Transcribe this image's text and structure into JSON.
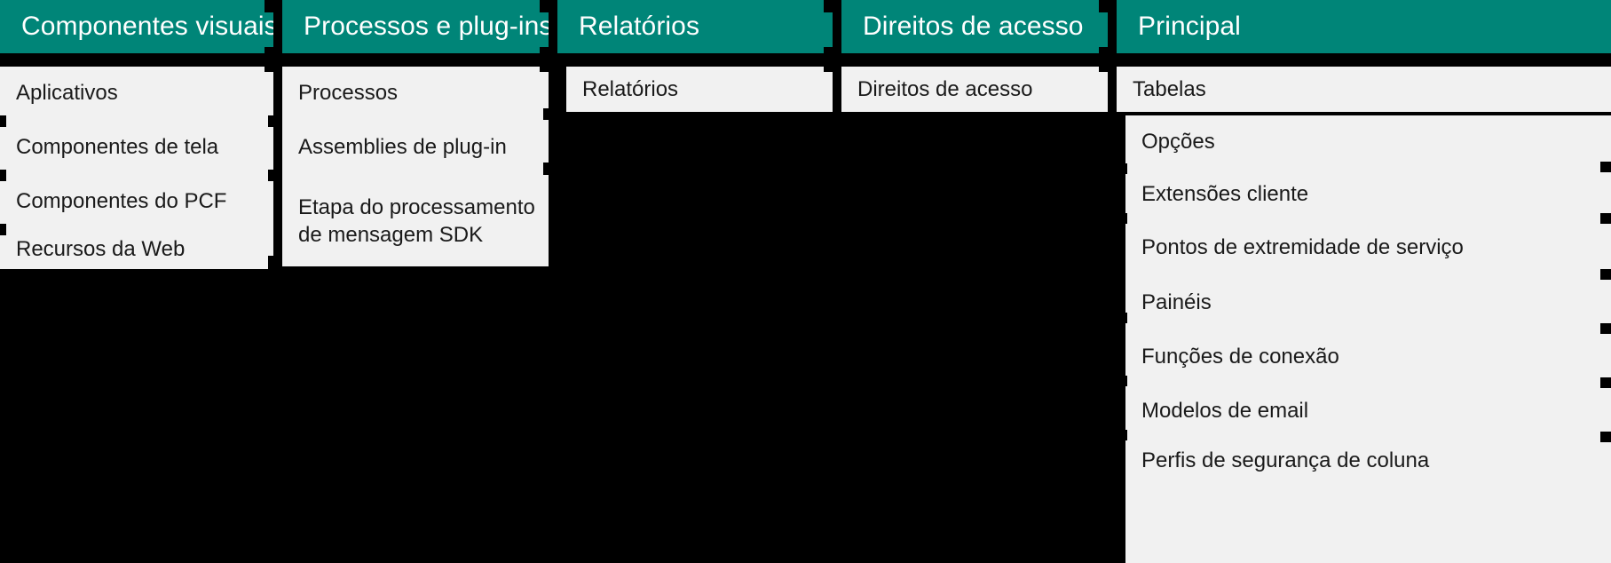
{
  "theme": {
    "header_bg": "#008578",
    "header_text": "#ffffff",
    "panel_bg": "#f1f1f1",
    "panel_text": "#1a1a1a",
    "canvas_bg": "#000000"
  },
  "columns": [
    {
      "id": "componentes-visuais",
      "header": "Componentes visuais",
      "items": [
        {
          "label": "Aplicativos"
        },
        {
          "label": "Componentes de tela"
        },
        {
          "label": "Componentes do PCF"
        },
        {
          "label": "Recursos da Web"
        }
      ]
    },
    {
      "id": "processos-plugins",
      "header": "Processos e plug-ins",
      "items": [
        {
          "label": "Processos"
        },
        {
          "label": "Assemblies de plug-in"
        },
        {
          "label": "Etapa do processamento de mensagem SDK"
        }
      ]
    },
    {
      "id": "relatorios",
      "header": "Relatórios",
      "items": [
        {
          "label": "Relatórios"
        }
      ]
    },
    {
      "id": "direitos-de-acesso",
      "header": "Direitos de acesso",
      "items": [
        {
          "label": "Direitos de acesso"
        }
      ]
    },
    {
      "id": "principal",
      "header": "Principal",
      "items": [
        {
          "label": "Tabelas"
        },
        {
          "label": "Opções"
        },
        {
          "label": "Extensões cliente"
        },
        {
          "label": "Pontos de extremidade de serviço"
        },
        {
          "label": "Painéis"
        },
        {
          "label": "Funções de conexão"
        },
        {
          "label": "Modelos de email"
        },
        {
          "label": "Perfis de segurança de coluna"
        }
      ]
    }
  ]
}
